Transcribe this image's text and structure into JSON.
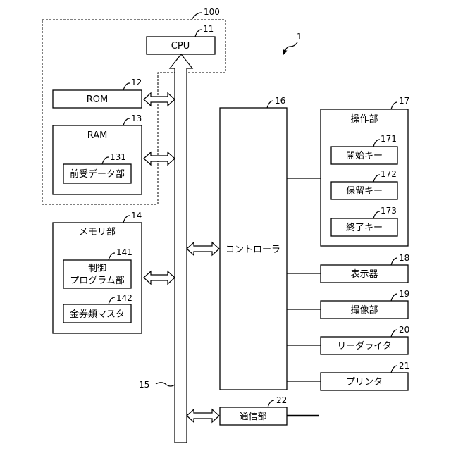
{
  "figure_ref": "1",
  "group": {
    "ref": "100"
  },
  "blocks": {
    "cpu": {
      "label": "CPU",
      "ref": "11"
    },
    "rom": {
      "label": "ROM",
      "ref": "12"
    },
    "ram": {
      "label": "RAM",
      "ref": "13"
    },
    "receive_data": {
      "label": "前受データ部",
      "ref": "131"
    },
    "memory": {
      "label": "メモリ部",
      "ref": "14"
    },
    "control_program": {
      "label_line1": "制御",
      "label_line2": "プログラム部",
      "ref": "141"
    },
    "voucher_master": {
      "label": "金券類マスタ",
      "ref": "142"
    },
    "bus": {
      "ref": "15"
    },
    "controller": {
      "label": "コントローラ",
      "ref": "16"
    },
    "operation": {
      "label": "操作部",
      "ref": "17"
    },
    "start_key": {
      "label": "開始キー",
      "ref": "171"
    },
    "hold_key": {
      "label": "保留キー",
      "ref": "172"
    },
    "end_key": {
      "label": "終了キー",
      "ref": "173"
    },
    "display": {
      "label": "表示器",
      "ref": "18"
    },
    "camera": {
      "label": "撮像部",
      "ref": "19"
    },
    "reader_writer": {
      "label": "リーダライタ",
      "ref": "20"
    },
    "printer": {
      "label": "プリンタ",
      "ref": "21"
    },
    "comm": {
      "label": "通信部",
      "ref": "22"
    }
  }
}
